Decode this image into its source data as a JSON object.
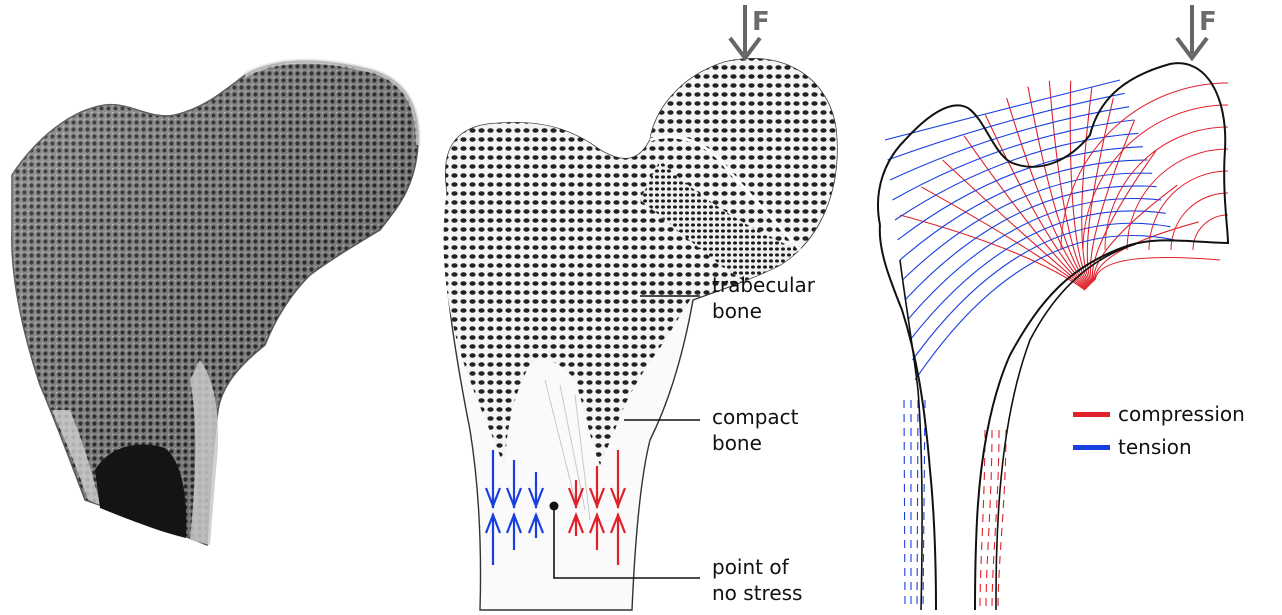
{
  "panels": {
    "photo": {},
    "drawing": {
      "force_label": "F",
      "labels": {
        "trabecular": [
          "trabecular",
          "bone"
        ],
        "compact": [
          "compact",
          "bone"
        ],
        "no_stress": [
          "point of",
          "no stress"
        ]
      },
      "arrow_colors": {
        "left": "#1a3fe0",
        "right": "#e0202a"
      }
    },
    "stress_lines": {
      "force_label": "F",
      "legend": [
        {
          "label": "compression",
          "color": "#e0202a"
        },
        {
          "label": "tension",
          "color": "#1a3fe0"
        }
      ]
    }
  }
}
